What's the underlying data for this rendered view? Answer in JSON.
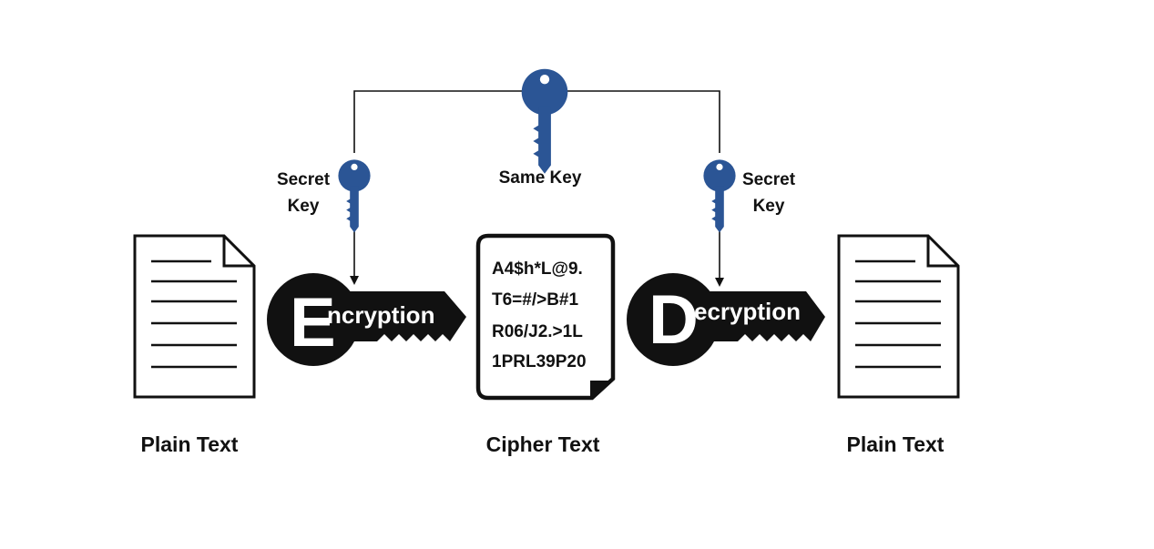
{
  "colors": {
    "key_blue": "#2b5595",
    "ink": "#111111",
    "background": "#ffffff"
  },
  "icons": {
    "shared_key": "key-icon",
    "encrypt_key": "key-icon",
    "decrypt_key": "key-icon",
    "document": "document-icon"
  },
  "labels": {
    "same_key": "Same Key",
    "left_secret_key": [
      "Secret",
      "Key"
    ],
    "right_secret_key": [
      "Secret",
      "Key"
    ],
    "left_plain_text": "Plain Text",
    "cipher_text": "Cipher Text",
    "right_plain_text": "Plain Text"
  },
  "encryption": {
    "initial": "E",
    "rest": "ncryption"
  },
  "decryption": {
    "initial": "D",
    "rest": "ecryption"
  },
  "cipher_lines": [
    "A4$h*L@9.",
    "T6=#/>B#1",
    "R06/J2.>1L",
    "1PRL39P20"
  ]
}
